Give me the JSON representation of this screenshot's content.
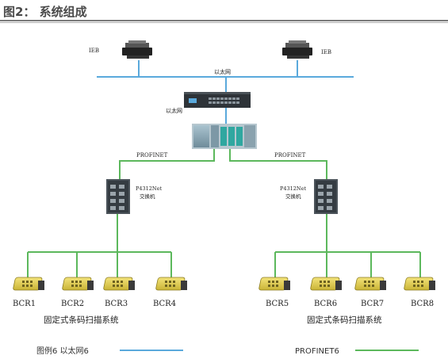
{
  "header": {
    "title": "图2： 系统组成"
  },
  "labels": {
    "ieb_left": "IEB",
    "ieb_right": "IEB",
    "ethernet_top": "以太网",
    "ethernet_switch": "以太网",
    "profinet_left": "PROFINET",
    "profinet_right": "PROFINET",
    "switch_left_model": "P4312Net",
    "switch_left_name": "交换机",
    "switch_right_model": "P4312Net",
    "switch_right_name": "交换机"
  },
  "readers": [
    "BCR1",
    "BCR2",
    "BCR3",
    "BCR4",
    "BCR5",
    "BCR6",
    "BCR7",
    "BCR8"
  ],
  "systems": {
    "left": "固定式条码扫描系统",
    "right": "固定式条码扫描系统"
  },
  "legend": {
    "ethernet": "图例6  以太网6",
    "profinet": "PROFINET6"
  },
  "colors": {
    "ethernet_line": "#5aa9dc",
    "profinet_line": "#5cb85c",
    "title_text": "#4a4a4a"
  }
}
